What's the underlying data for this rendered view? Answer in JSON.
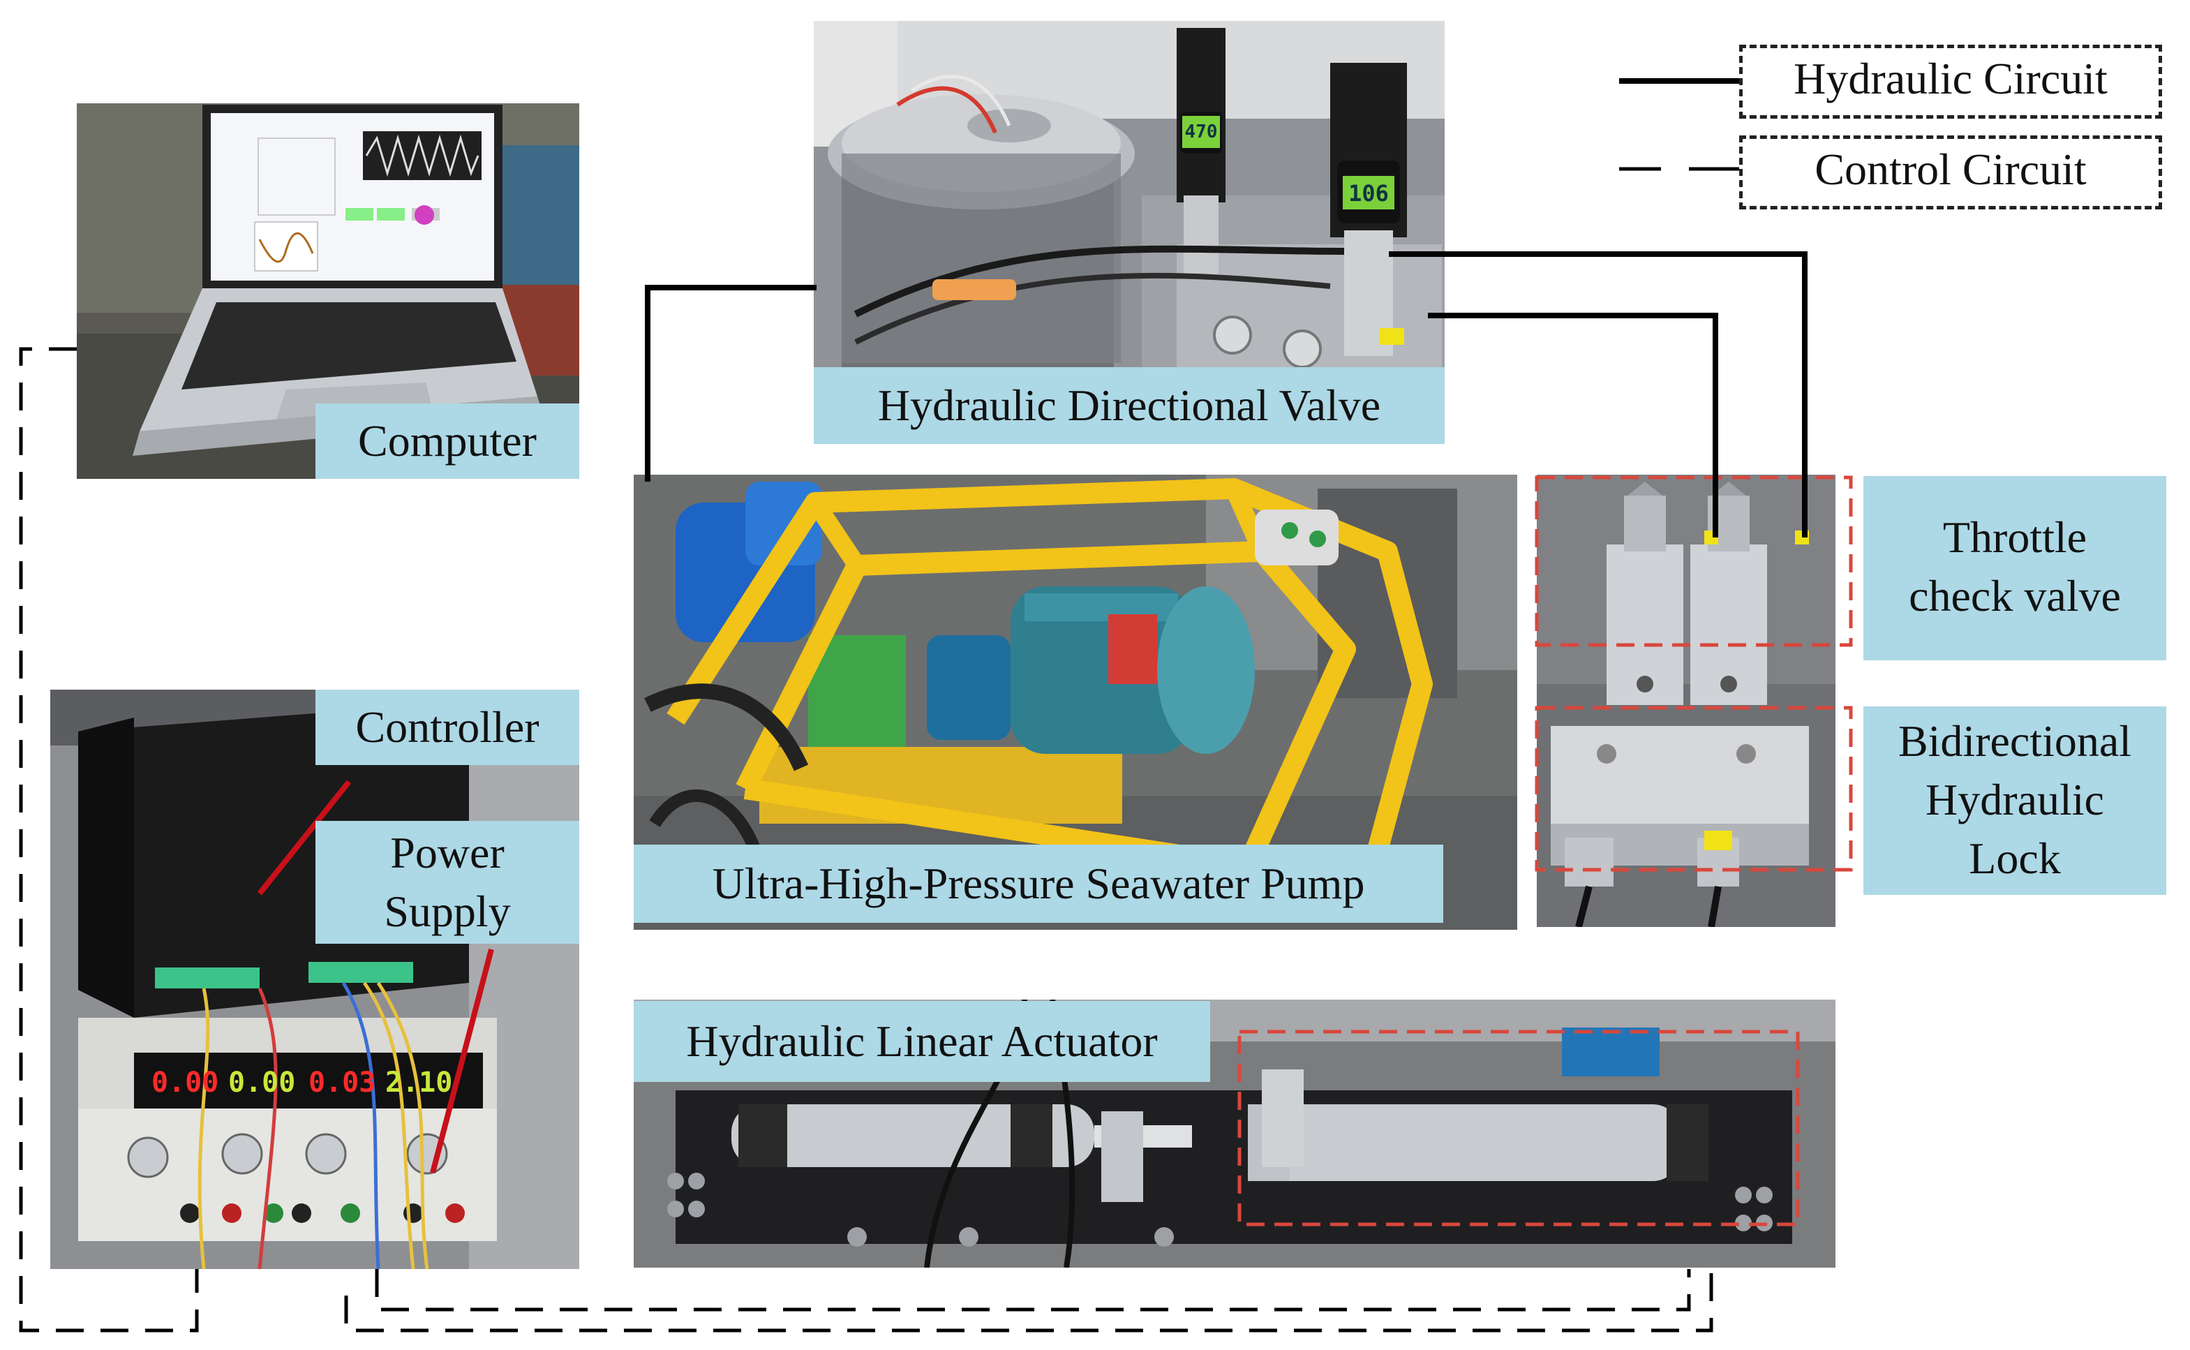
{
  "legend": {
    "hydraulic": "Hydraulic Circuit",
    "control": "Control Circuit"
  },
  "labels": {
    "computer": "Computer",
    "directional_valve": "Hydraulic Directional Valve",
    "pump": "Ultra-High-Pressure Seawater Pump",
    "throttle_line1": "Throttle",
    "throttle_line2": "check valve",
    "lock_line1": "Bidirectional",
    "lock_line2": "Hydraulic",
    "lock_line3": "Lock",
    "controller": "Controller",
    "power_line1": "Power",
    "power_line2": "Supply",
    "actuator": "Hydraulic Linear Actuator"
  },
  "displays": {
    "gauge_left": "470",
    "gauge_right": "106",
    "ps_d1": "0.00",
    "ps_d2": "0.00",
    "ps_d3": "0.03",
    "ps_d4": "2.10"
  },
  "colors": {
    "label_bg": "#add8e6",
    "hydraulic_line": "#000000",
    "control_line": "#000000",
    "highlight_box": "#d9473c",
    "frame_yellow": "#f2c318",
    "motor_teal": "#2f7f8f"
  }
}
